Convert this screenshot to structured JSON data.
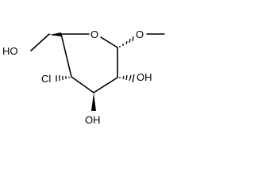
{
  "molecule": {
    "atom_labels": {
      "ring_oxygen": "O",
      "methoxy_oxygen": "O",
      "hydroxymethyl": "HO",
      "chloro": "Cl",
      "hydroxy_c2": "OH",
      "hydroxy_c3": "OH"
    },
    "colors": {
      "bond": "#000000",
      "label": "#000000",
      "background": "#ffffff"
    }
  }
}
